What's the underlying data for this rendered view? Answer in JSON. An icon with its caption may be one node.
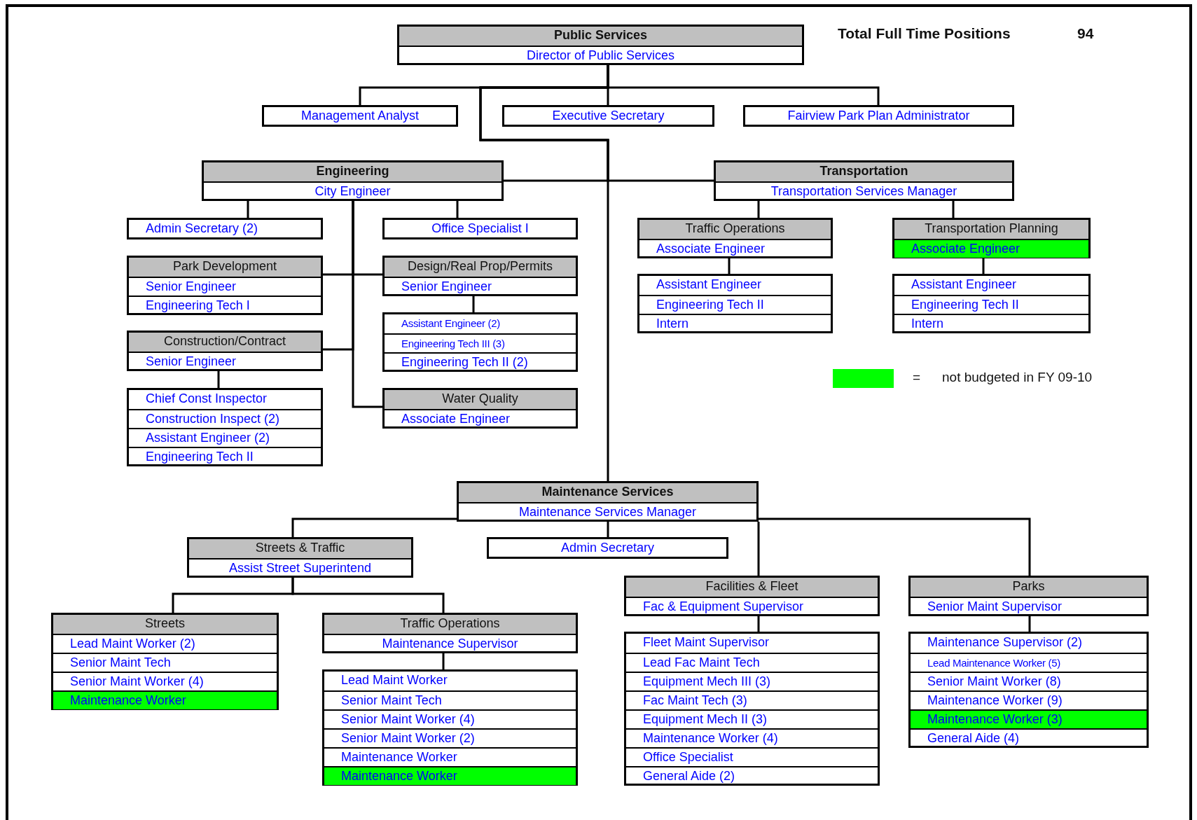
{
  "diagram": {
    "nodes": [
      {
        "text": [
          "Public Services",
          "Director of Public Services"
        ]
      },
      {
        "text": [
          "Management Analyst"
        ]
      },
      {
        "text": [
          "Executive Secretary"
        ]
      },
      {
        "text": [
          "Fairview Park Plan Administrator"
        ]
      },
      {
        "text": [
          "Engineering",
          "City Engineer"
        ]
      },
      {
        "text": [
          "Transportation",
          "Transportation Services Manager"
        ]
      },
      {
        "text": [
          "Admin Secretary (2)"
        ]
      },
      {
        "text": [
          "Office Specialist I"
        ]
      },
      {
        "text": [
          "Park Development",
          "Senior Engineer",
          "Engineering Tech I"
        ]
      },
      {
        "text": [
          "Design/Real Prop/Permits",
          "Senior Engineer"
        ]
      },
      {
        "text": [
          "Assistant Engineer (2)",
          "Engineering Tech III (3)",
          "Engineering Tech II (2)"
        ]
      },
      {
        "text": [
          "Construction/Contract",
          "Senior Engineer"
        ]
      },
      {
        "text": [
          "Chief Const Inspector",
          "Construction Inspect (2)",
          "Assistant Engineer (2)",
          "Engineering Tech II"
        ]
      },
      {
        "text": [
          "Water Quality",
          "Associate Engineer"
        ]
      },
      {
        "text": [
          "Traffic Operations",
          "Associate Engineer"
        ]
      },
      {
        "text": [
          "Transportation Planning",
          "Associate Engineer"
        ]
      },
      {
        "text": [
          "Assistant Engineer",
          "Engineering Tech II",
          "Intern"
        ]
      },
      {
        "text": [
          "Assistant Engineer",
          "Engineering Tech II",
          "Intern"
        ]
      },
      {
        "text": [
          "Maintenance Services",
          "Maintenance Services Manager"
        ]
      },
      {
        "text": [
          "Streets & Traffic",
          "Assist Street Superintend"
        ]
      },
      {
        "text": [
          "Admin Secretary"
        ]
      },
      {
        "text": [
          "Facilities & Fleet",
          "Fac & Equipment Supervisor"
        ]
      },
      {
        "text": [
          "Parks",
          "Senior Maint Supervisor"
        ]
      },
      {
        "text": [
          "Streets",
          "Lead Maint Worker (2)",
          "Senior Maint Tech",
          "Senior Maint Worker (4)",
          "Maintenance Worker"
        ]
      },
      {
        "text": [
          "Traffic Operations",
          "Maintenance Supervisor"
        ]
      },
      {
        "text": [
          "Lead Maint Worker",
          "Senior Maint Tech",
          "Senior Maint Worker (4)",
          "Senior Maint Worker (2)",
          "Maintenance Worker",
          "Maintenance Worker"
        ]
      },
      {
        "text": [
          "Fleet Maint Supervisor",
          "Lead Fac Maint Tech",
          "Equipment Mech III (3)",
          "Fac Maint Tech (3)",
          "Equipment Mech II (3)",
          "Maintenance Worker (4)",
          "Office Specialist",
          "General Aide (2)"
        ]
      },
      {
        "text": [
          "Maintenance Supervisor (2)",
          "Lead Maintenance Worker (5)",
          "Senior Maint Worker (8)",
          "Maintenance Worker (9)",
          "Maintenance Worker (3)",
          "General Aide (4)"
        ]
      }
    ],
    "edges": [
      {
        "from": 0,
        "to": 1,
        "arrow": "none"
      },
      {
        "from": 0,
        "to": 2,
        "arrow": "none"
      },
      {
        "from": 0,
        "to": 3,
        "arrow": "none"
      },
      {
        "from": 0,
        "to": 4,
        "arrow": "none"
      },
      {
        "from": 0,
        "to": 5,
        "arrow": "none"
      },
      {
        "from": 0,
        "to": 18,
        "arrow": "none"
      },
      {
        "from": 4,
        "to": 6,
        "arrow": "none"
      },
      {
        "from": 4,
        "to": 7,
        "arrow": "none"
      },
      {
        "from": 4,
        "to": 8,
        "arrow": "none"
      },
      {
        "from": 4,
        "to": 9,
        "arrow": "none"
      },
      {
        "from": 4,
        "to": 11,
        "arrow": "none"
      },
      {
        "from": 4,
        "to": 13,
        "arrow": "none"
      },
      {
        "from": 9,
        "to": 10,
        "arrow": "none"
      },
      {
        "from": 11,
        "to": 12,
        "arrow": "none"
      },
      {
        "from": 5,
        "to": 14,
        "arrow": "none"
      },
      {
        "from": 5,
        "to": 15,
        "arrow": "none"
      },
      {
        "from": 14,
        "to": 16,
        "arrow": "none"
      },
      {
        "from": 15,
        "to": 17,
        "arrow": "none"
      },
      {
        "from": 18,
        "to": 19,
        "arrow": "none"
      },
      {
        "from": 18,
        "to": 20,
        "arrow": "none"
      },
      {
        "from": 18,
        "to": 21,
        "arrow": "none"
      },
      {
        "from": 18,
        "to": 22,
        "arrow": "none"
      },
      {
        "from": 19,
        "to": 23,
        "arrow": "none"
      },
      {
        "from": 19,
        "to": 24,
        "arrow": "none"
      },
      {
        "from": 24,
        "to": 25,
        "arrow": "none"
      },
      {
        "from": 21,
        "to": 26,
        "arrow": "none"
      },
      {
        "from": 22,
        "to": 27,
        "arrow": "none"
      }
    ],
    "labels": [
      "Total Full Time Positions",
      "94",
      "="
    ],
    "legend": [
      {
        "text": "not budgeted in FY 09-10",
        "color": "#00ff00"
      }
    ]
  }
}
